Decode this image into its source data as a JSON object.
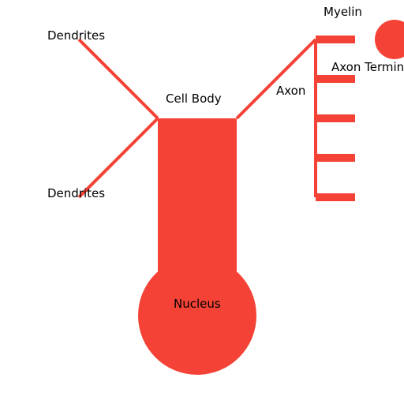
{
  "colors": {
    "accent": "#f44336",
    "text": "#000000",
    "background": "#ffffff"
  },
  "labels": {
    "dendrites_top": "Dendrites",
    "dendrites_bottom": "Dendrites",
    "cell_body": "Cell Body",
    "nucleus": "Nucleus",
    "axon": "Axon",
    "myelin": "Myelin",
    "axon_terminal": "Axon Terminal"
  }
}
